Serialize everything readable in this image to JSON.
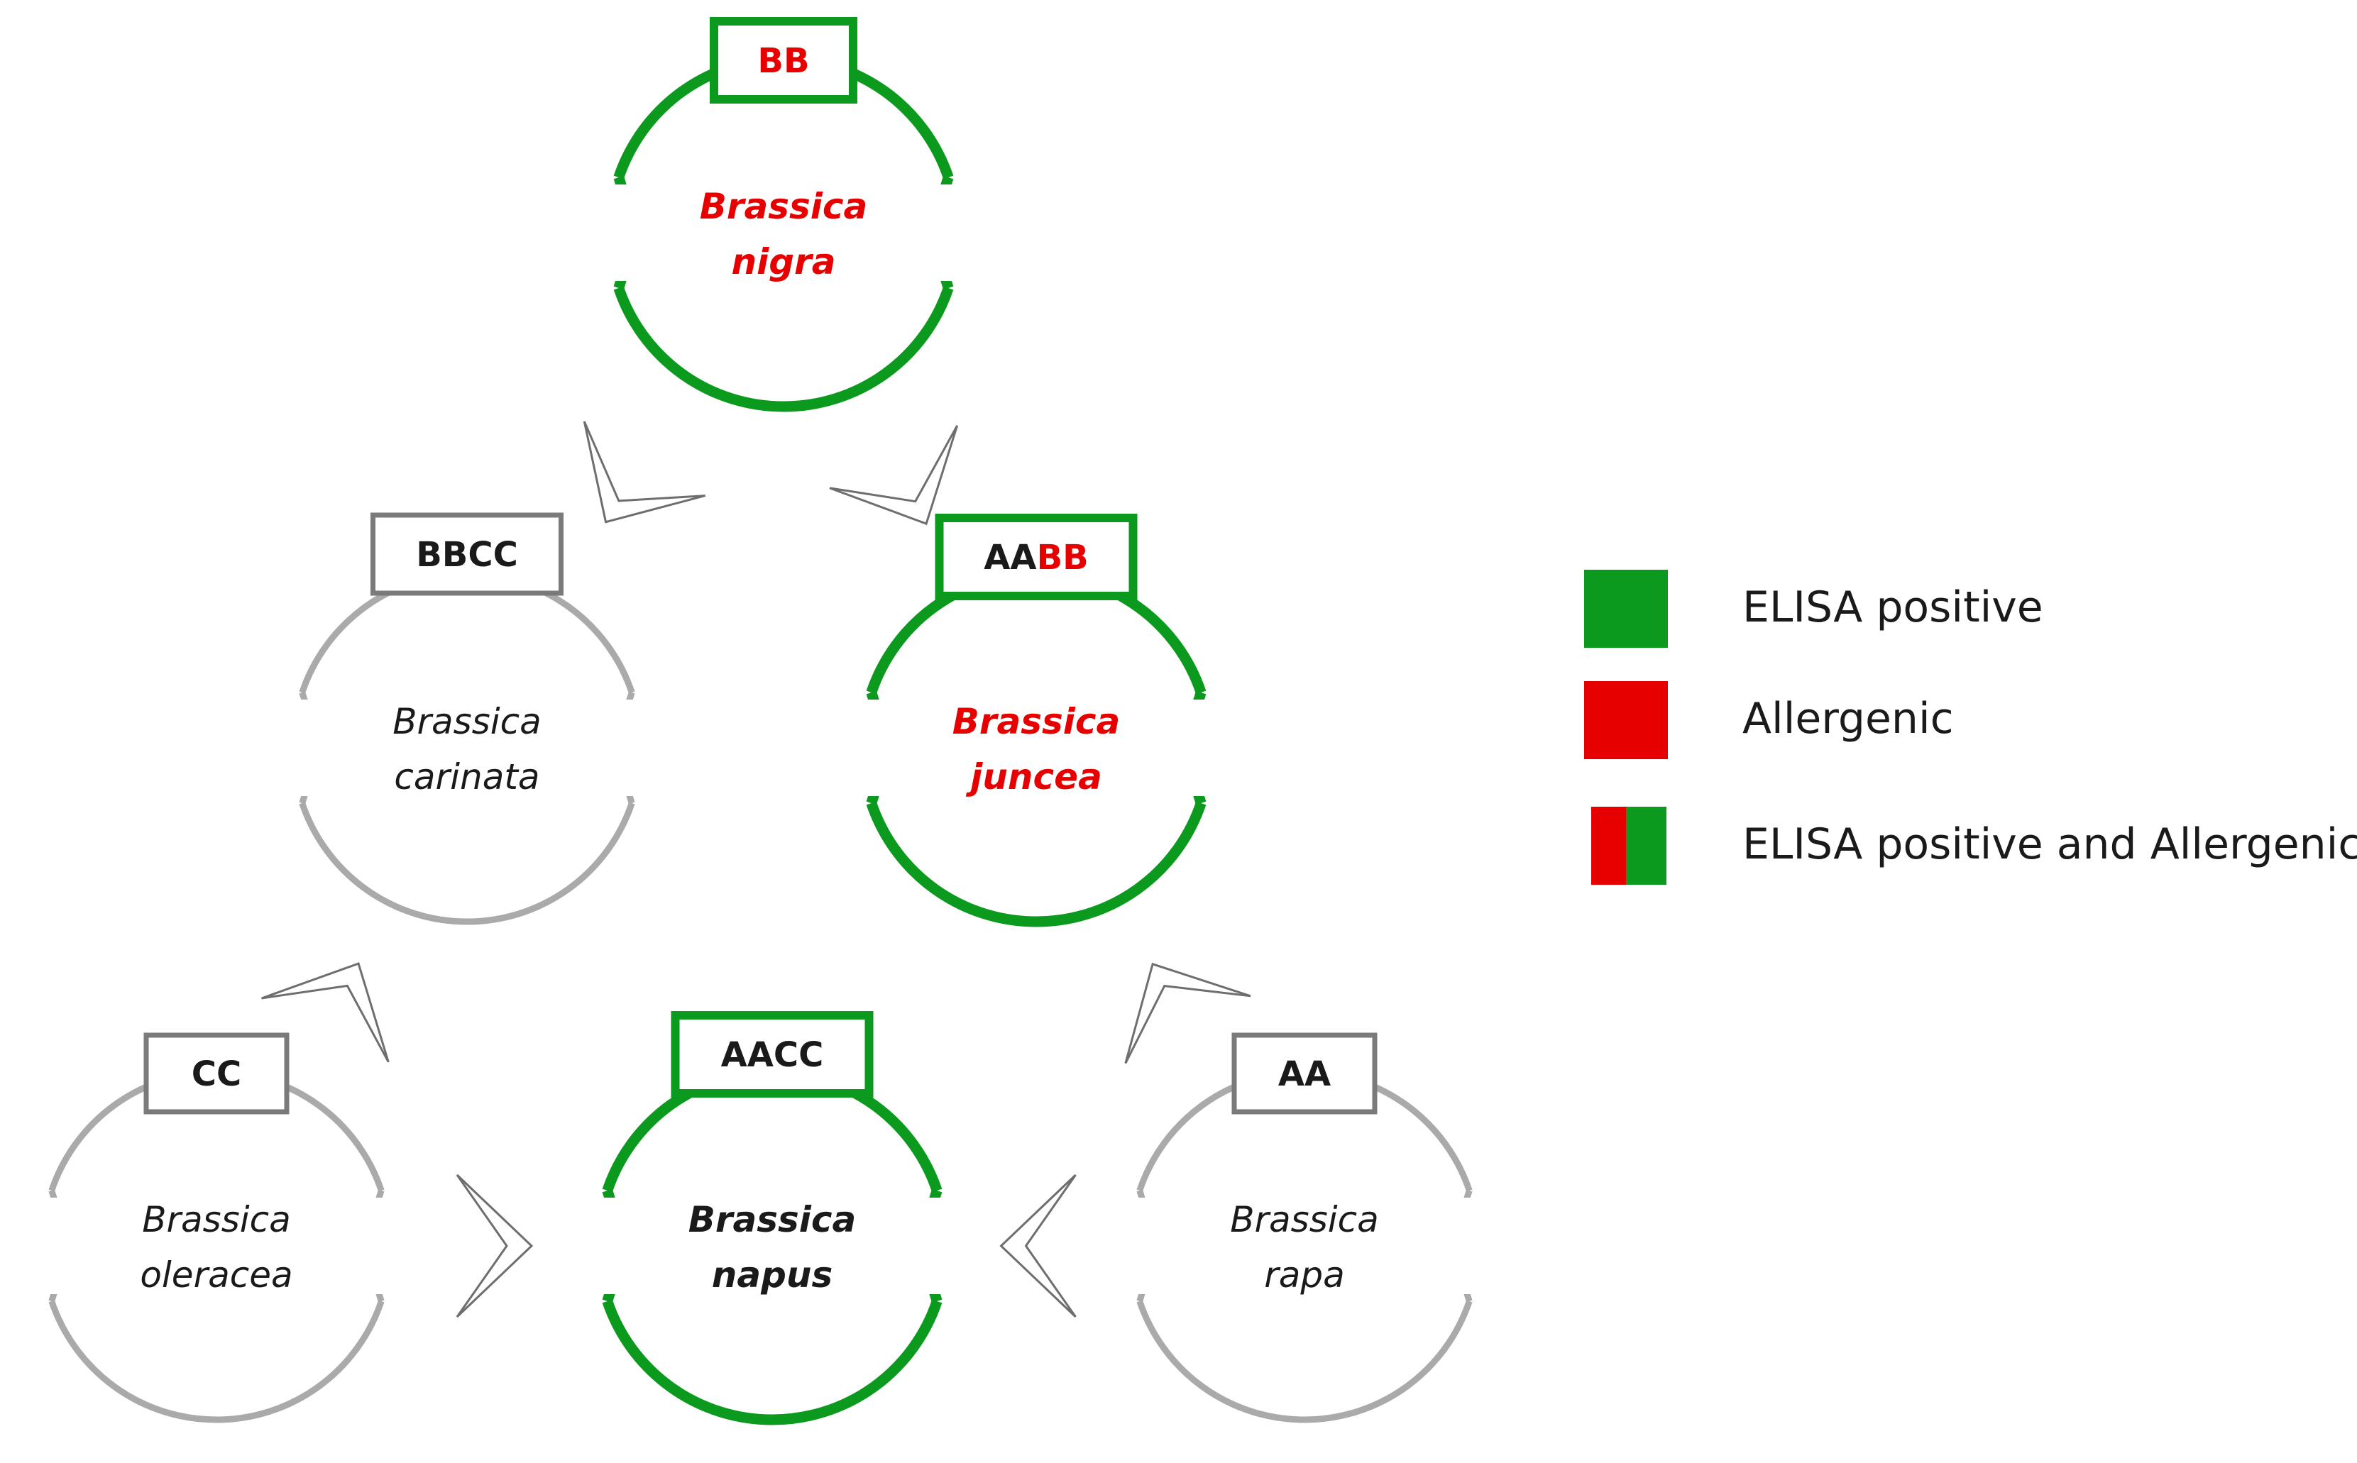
{
  "colors": {
    "green": "#0b9a1d",
    "gray": "#aaaaaa",
    "box_gray": "#7a7a7a",
    "red": "#e60000",
    "black": "#1a1a1a",
    "white": "#ffffff"
  },
  "species": [
    {
      "id": "nigra",
      "genome_parts": [
        {
          "text": "BB",
          "color": "red"
        }
      ],
      "line1": "Brassica",
      "line2": "nigra",
      "status": "elisa_positive",
      "text_color": "red",
      "bold": true
    },
    {
      "id": "carinata",
      "genome_parts": [
        {
          "text": "BBCC",
          "color": "black"
        }
      ],
      "line1": "Brassica",
      "line2": "carinata",
      "status": "none",
      "text_color": "black",
      "bold": false
    },
    {
      "id": "juncea",
      "genome_parts": [
        {
          "text": "AA",
          "color": "black"
        },
        {
          "text": "BB",
          "color": "red"
        }
      ],
      "line1": "Brassica",
      "line2": "juncea",
      "status": "elisa_positive",
      "text_color": "red",
      "bold": true
    },
    {
      "id": "oleracea",
      "genome_parts": [
        {
          "text": "CC",
          "color": "black"
        }
      ],
      "line1": "Brassica",
      "line2": "oleracea",
      "status": "none",
      "text_color": "black",
      "bold": false
    },
    {
      "id": "napus",
      "genome_parts": [
        {
          "text": "AACC",
          "color": "black"
        }
      ],
      "line1": "Brassica",
      "line2": "napus",
      "status": "elisa_positive",
      "text_color": "black",
      "bold": true
    },
    {
      "id": "rapa",
      "genome_parts": [
        {
          "text": "AA",
          "color": "black"
        }
      ],
      "line1": "Brassica",
      "line2": "rapa",
      "status": "none",
      "text_color": "black",
      "bold": false
    }
  ],
  "arrows": [
    {
      "from": "nigra",
      "to": "carinata"
    },
    {
      "from": "nigra",
      "to": "juncea"
    },
    {
      "from": "oleracea",
      "to": "carinata"
    },
    {
      "from": "rapa",
      "to": "juncea"
    },
    {
      "from": "oleracea",
      "to": "napus"
    },
    {
      "from": "rapa",
      "to": "napus"
    }
  ],
  "legend": [
    {
      "key": "elisa_positive",
      "label": "ELISA positive",
      "swatch": [
        "green"
      ]
    },
    {
      "key": "allergenic",
      "label": "Allergenic",
      "swatch": [
        "red"
      ]
    },
    {
      "key": "both",
      "label": "ELISA positive and Allergenic",
      "swatch": [
        "red",
        "green"
      ]
    }
  ]
}
